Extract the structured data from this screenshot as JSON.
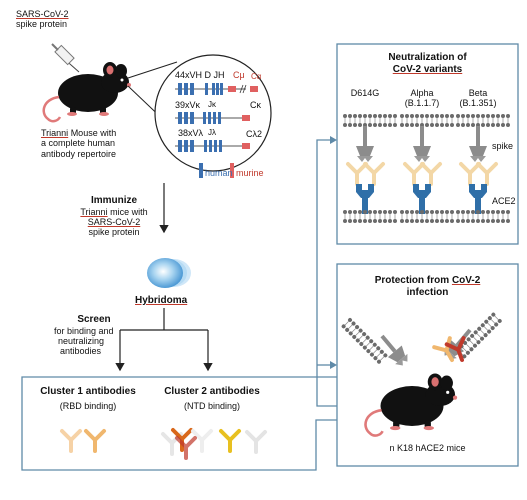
{
  "mouse_top": {
    "spike_label_line1": "SARS-CoV-2",
    "spike_label_line2": "spike protein",
    "trianni_brand": "Trianni",
    "trianni_line1_rest": " Mouse with",
    "trianni_line2": "a complete human",
    "trianni_line3": "antibody repertoire"
  },
  "gene_circle": {
    "heavy": "44xVH  D   JH",
    "c_mu": "Cμ",
    "c_alpha": "Cα",
    "kappa_v": "39xVκ",
    "kappa_j": "Jκ",
    "kappa_c": "Cκ",
    "lambda_v": "38xVλ",
    "lambda_j": "Jλ",
    "lambda_c": "Cλ2",
    "legend_human": "human",
    "legend_murine": "murine"
  },
  "immunize": {
    "title": "Immunize",
    "line1_brand": "Trianni",
    "line1_rest": " mice with",
    "line2": "SARS-CoV-2",
    "line3": "spike protein"
  },
  "hybridoma": {
    "label": "Hybridoma"
  },
  "screen": {
    "title": "Screen",
    "line1": "for binding and",
    "line2": "neutralizing",
    "line3": "antibodies"
  },
  "clusters": {
    "cluster1_title": "Cluster 1 antibodies",
    "cluster1_sub": "(RBD binding)",
    "cluster2_title": "Cluster 2 antibodies",
    "cluster2_sub": "(NTD binding)"
  },
  "neutralization": {
    "title_line1": "Neutralization of",
    "title_line2": "CoV-2 variants",
    "variant1": "D614G",
    "variant2": "Alpha",
    "variant2_lineage": "(B.1.1.7)",
    "variant3": "Beta",
    "variant3_lineage": "(B.1.351)",
    "spike": "spike",
    "ace2": "ACE2"
  },
  "protection": {
    "title_line1_prefix": "Protection from ",
    "title_line1_ul": "CoV-2",
    "title_line2": "infection",
    "mice": "n K18 hACE2 mice"
  },
  "colors": {
    "box_border": "#5f8aa8",
    "human_blue": "#3b6fb0",
    "murine_red": "#e06060",
    "spike_grey": "#8c8c8c",
    "ace2_blue": "#2f6fa8",
    "antibody_orange": "#e08a1e",
    "antibody_yellow": "#e8c020",
    "antibody_red": "#c0392b"
  }
}
